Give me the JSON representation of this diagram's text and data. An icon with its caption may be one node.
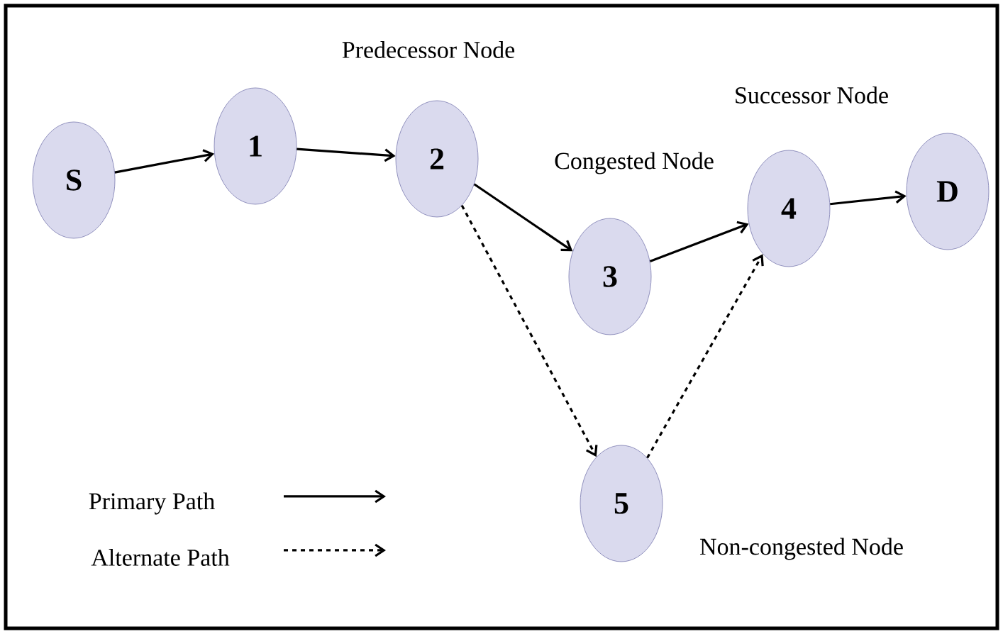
{
  "diagram": {
    "nodes": [
      {
        "text": [
          "S"
        ]
      },
      {
        "text": [
          "1"
        ]
      },
      {
        "text": [
          "2"
        ],
        "beside": [
          "Predecessor Node"
        ]
      },
      {
        "text": [
          "3"
        ],
        "beside": [
          "Congested Node"
        ]
      },
      {
        "text": [
          "4"
        ],
        "beside": [
          "Successor Node"
        ]
      },
      {
        "text": [
          "D"
        ]
      },
      {
        "text": [
          "5"
        ],
        "beside": [
          "Non-congested Node"
        ]
      }
    ],
    "edges": [
      {
        "from": 0,
        "to": 1,
        "arrow": "to"
      },
      {
        "from": 1,
        "to": 2,
        "arrow": "to"
      },
      {
        "from": 2,
        "to": 3,
        "arrow": "to"
      },
      {
        "from": 3,
        "to": 4,
        "arrow": "to"
      },
      {
        "from": 4,
        "to": 5,
        "arrow": "to"
      },
      {
        "from": 2,
        "to": 6,
        "arrow": "to",
        "style": "dashed"
      },
      {
        "from": 6,
        "to": 4,
        "arrow": "to",
        "style": "dashed"
      }
    ],
    "legend": [
      {
        "text": "Primary Path"
      },
      {
        "text": "Alternate Path"
      }
    ]
  }
}
